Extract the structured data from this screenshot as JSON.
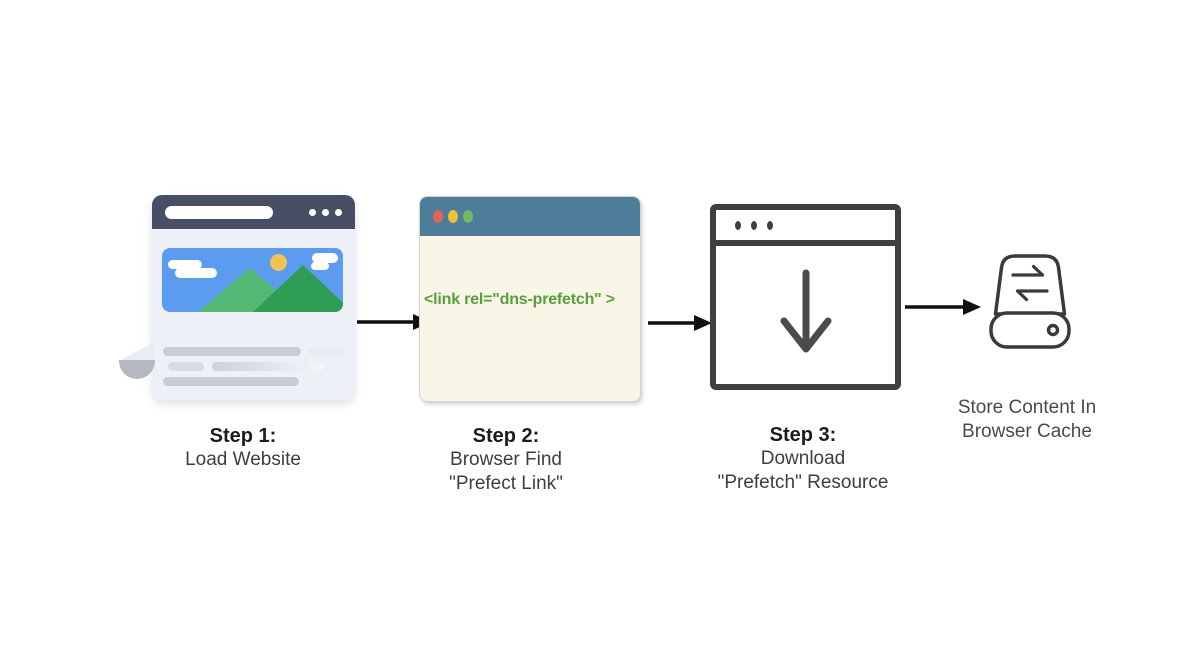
{
  "diagram": {
    "name": "dns-prefetch flow diagram",
    "steps": [
      {
        "icon": "browser-website",
        "title": "Step 1:",
        "lines": [
          "Load Website"
        ]
      },
      {
        "icon": "browser-code-window",
        "title": "Step 2:",
        "lines": [
          "Browser Find",
          "\"Prefect Link\""
        ],
        "code": "<link rel=\"dns-prefetch\" >"
      },
      {
        "icon": "browser-download-window",
        "title": "Step 3:",
        "lines": [
          "Download",
          "\"Prefetch\" Resource"
        ]
      },
      {
        "icon": "drive-cache",
        "lines": [
          "Store Content In",
          "Browser Cache"
        ]
      }
    ],
    "colors": {
      "browser1_header": "#484f64",
      "browser1_body": "#edf0f6",
      "hero_sky": "#5b9cf1",
      "hero_sun": "#f2c252",
      "hero_mountain_light": "#52b873",
      "hero_mountain_dark": "#2f9e55",
      "browser2_header": "#4e7d99",
      "browser2_body": "#faf6e7",
      "traffic_dot_red": "#e2645a",
      "traffic_dot_yellow": "#eec23d",
      "traffic_dot_green": "#74ba5e",
      "code_green": "#55a03c",
      "outline_dark": "#3e4040",
      "arrow_black": "#101010"
    }
  }
}
